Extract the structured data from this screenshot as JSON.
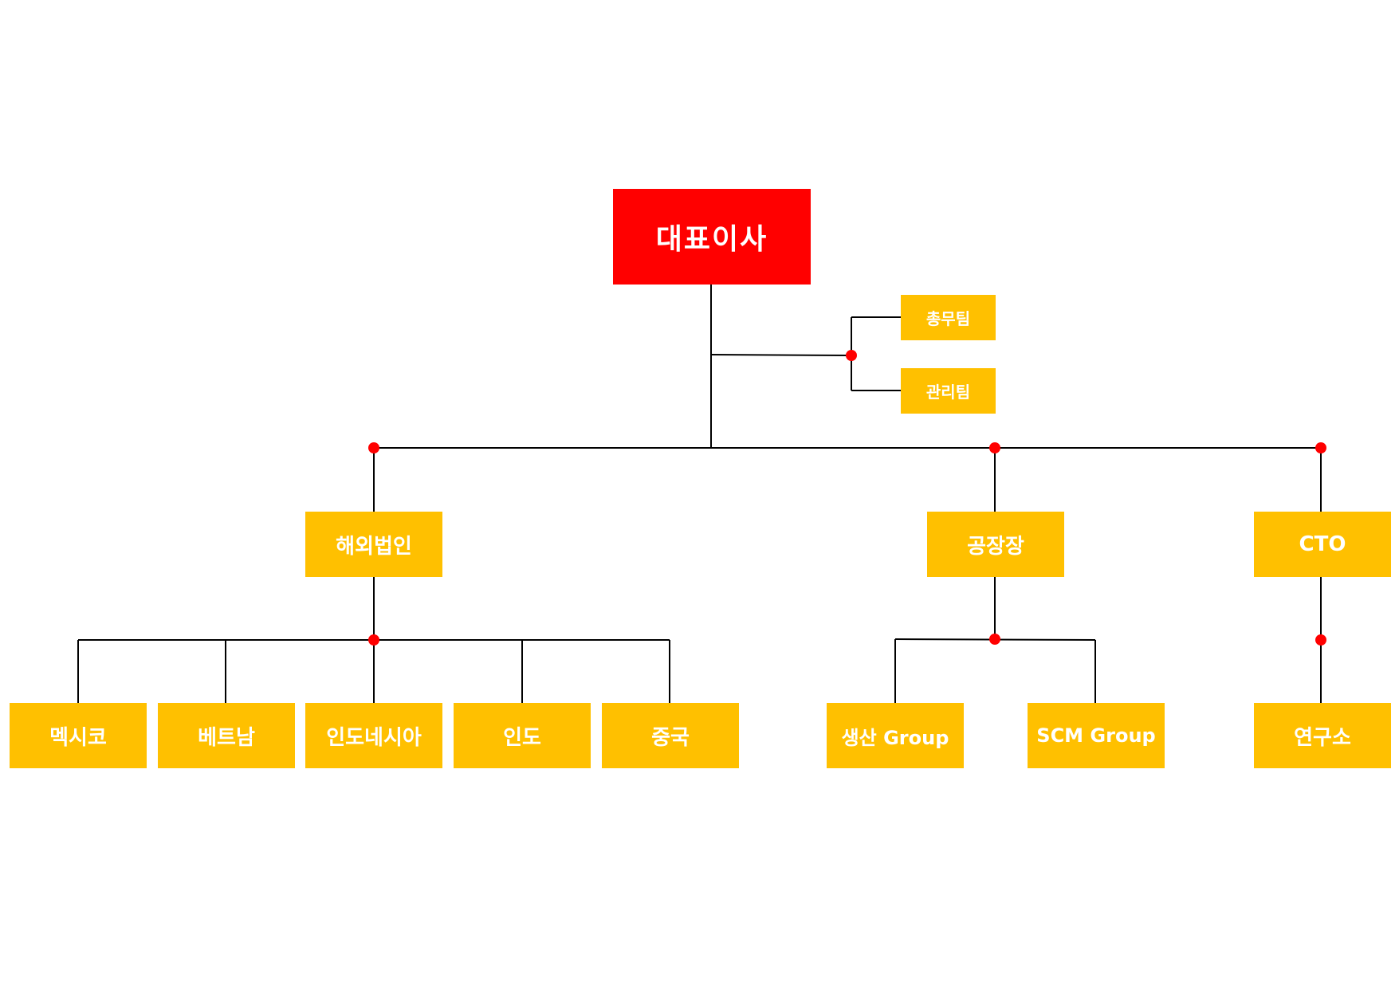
{
  "colors": {
    "ceo_box": "#ff0000",
    "unit_box": "#ffc000",
    "text": "#ffffff",
    "line": "#000000",
    "junction_dot": "#ff0000"
  },
  "nodes": {
    "ceo": "대표이사",
    "general_affairs": "총무팀",
    "management": "관리팀",
    "overseas": "해외법인",
    "factory": "공장장",
    "cto": "CTO",
    "mexico": "멕시코",
    "vietnam": "베트남",
    "indonesia": "인도네시아",
    "india": "인도",
    "china": "중국",
    "production": "생산 Group",
    "scm": "SCM Group",
    "research": "연구소"
  },
  "edges": [
    [
      "ceo",
      "general_affairs"
    ],
    [
      "ceo",
      "management"
    ],
    [
      "ceo",
      "overseas"
    ],
    [
      "ceo",
      "factory"
    ],
    [
      "ceo",
      "cto"
    ],
    [
      "overseas",
      "mexico"
    ],
    [
      "overseas",
      "vietnam"
    ],
    [
      "overseas",
      "indonesia"
    ],
    [
      "overseas",
      "india"
    ],
    [
      "overseas",
      "china"
    ],
    [
      "factory",
      "production"
    ],
    [
      "factory",
      "scm"
    ],
    [
      "cto",
      "research"
    ]
  ]
}
